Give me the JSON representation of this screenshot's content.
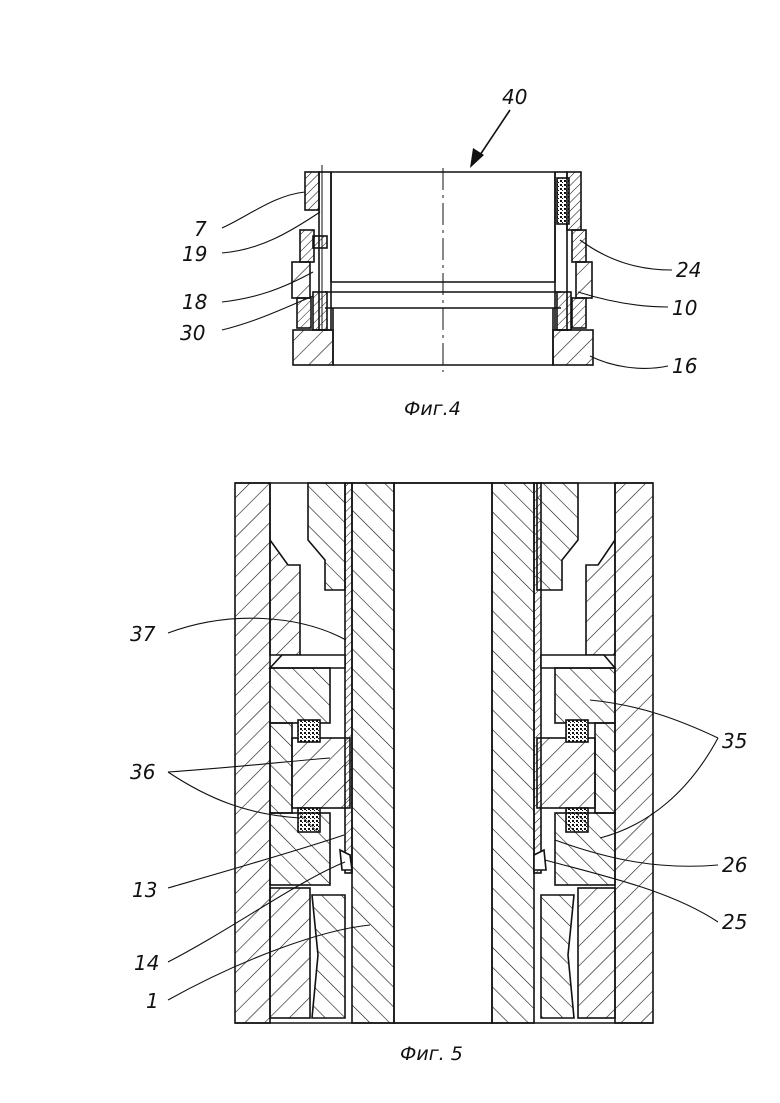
{
  "figures": [
    {
      "caption": "Фиг.4",
      "arrow_label": "40",
      "left_labels": [
        "7",
        "19",
        "18",
        "30"
      ],
      "right_labels": [
        "24",
        "10",
        "16"
      ]
    },
    {
      "caption": "Фиг. 5",
      "left_labels": [
        "37",
        "36",
        "13",
        "14",
        "1"
      ],
      "right_labels": [
        "35",
        "26",
        "25"
      ]
    }
  ],
  "colors": {
    "line": "#111111",
    "background": "#ffffff"
  }
}
